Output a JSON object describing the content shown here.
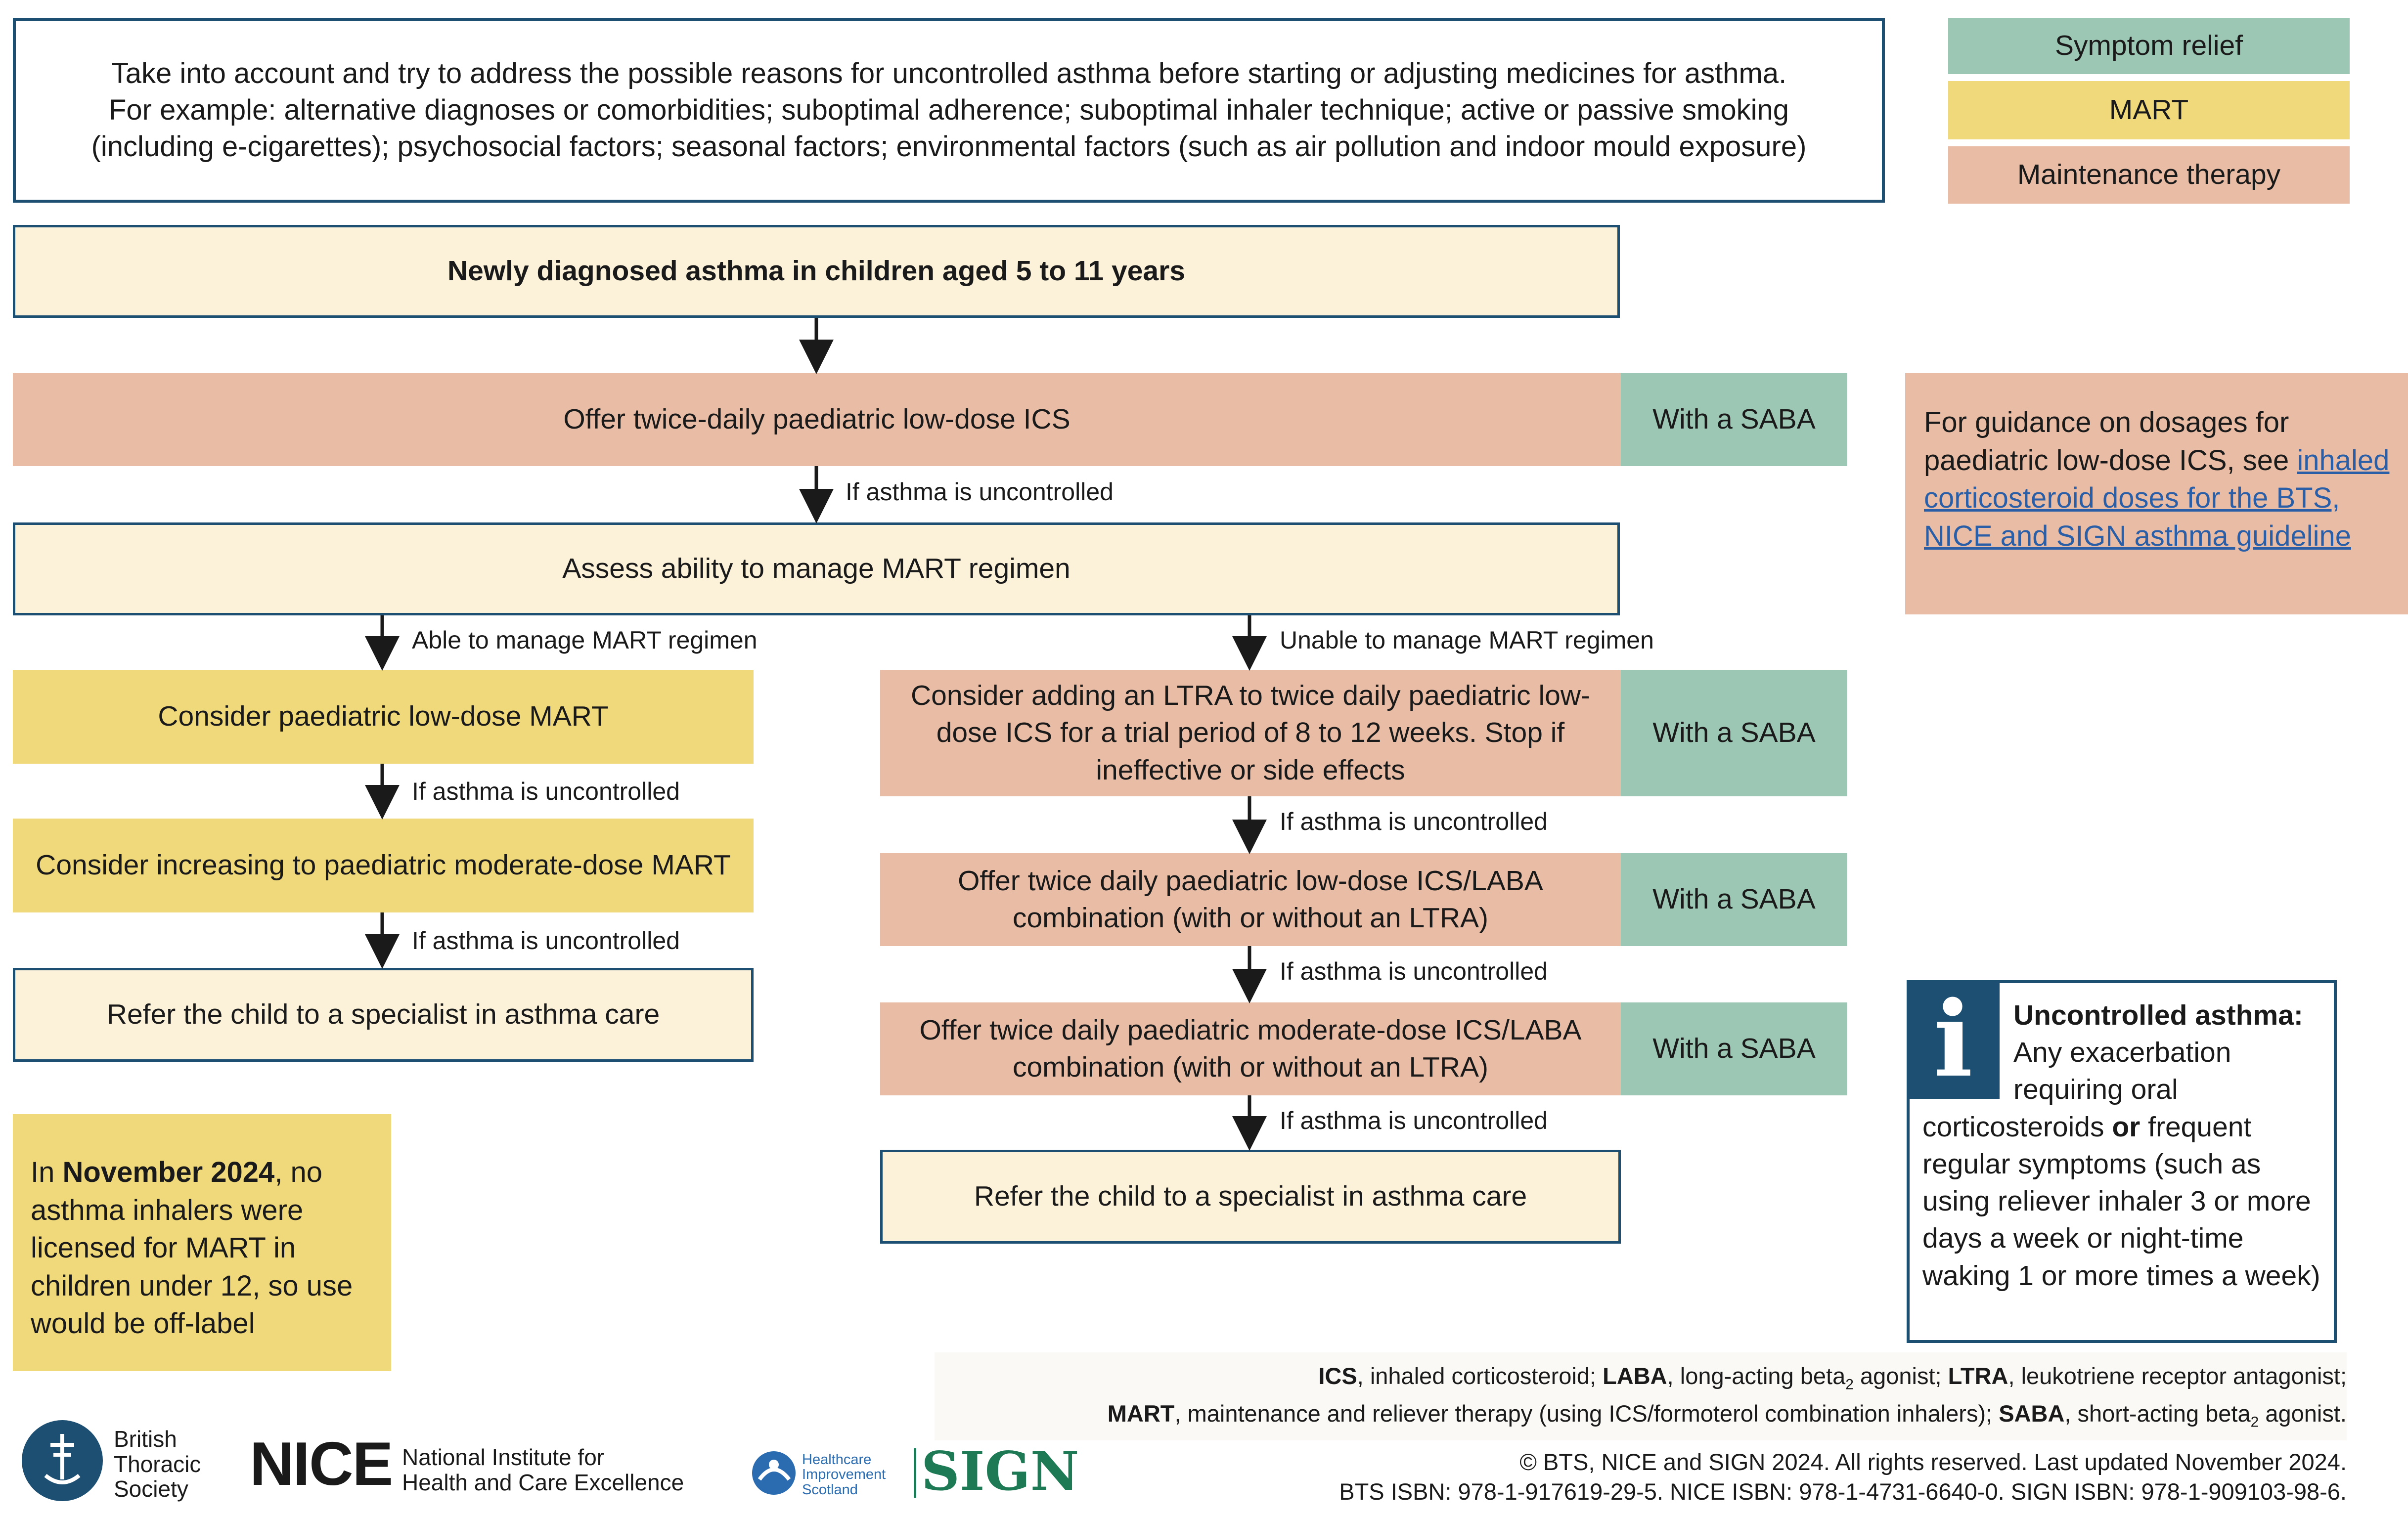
{
  "intro": {
    "line1": "Take into account and try to address the possible reasons for uncontrolled asthma before starting or adjusting medicines for asthma.",
    "line2": "For example: alternative diagnoses or comorbidities; suboptimal adherence; suboptimal inhaler technique; active or passive smoking (including e-cigarettes); psychosocial factors; seasonal factors; environmental factors (such as air pollution and indoor mould exposure)"
  },
  "legend": {
    "symptom_relief": "Symptom relief",
    "mart": "MART",
    "maintenance": "Maintenance therapy"
  },
  "colors": {
    "maintenance": "#e8bca5",
    "mart": "#f0d97a",
    "relief": "#9dc7b5",
    "cream": "#fbf2d9",
    "border": "#1d4f72"
  },
  "flow": {
    "start": "Newly diagnosed asthma in children aged 5 to 11 years",
    "step1": "Offer twice-daily paediatric low-dose ICS",
    "with_saba": "With a SABA",
    "if_uncontrolled": "If asthma is uncontrolled",
    "assess": "Assess ability to manage MART regimen",
    "able": "Able to manage MART regimen",
    "unable": "Unable to manage MART regimen",
    "left": {
      "mart_low": "Consider paediatric low-dose MART",
      "mart_mod": "Consider increasing to paediatric moderate-dose MART",
      "refer": "Refer the child to a specialist in asthma care"
    },
    "right": {
      "ltra": "Consider adding an LTRA to twice daily paediatric low-dose ICS for a trial period of 8 to 12 weeks. Stop if ineffective or side effects",
      "ics_laba_low": "Offer twice daily paediatric low-dose ICS/LABA combination (with or without an LTRA)",
      "ics_laba_mod": "Offer twice daily paediatric moderate-dose ICS/LABA combination (with or without an LTRA)",
      "refer": "Refer the child to a specialist in asthma care"
    }
  },
  "dosage_note": {
    "prefix": "For guidance on dosages for paediatric low-dose ICS, see ",
    "link": "inhaled corticosteroid doses for the BTS, NICE and SIGN asthma guideline"
  },
  "info": {
    "icon": "i",
    "title": "Uncontrolled asthma:",
    "body_a": " Any exacerbation requiring oral corticosteroids ",
    "or": "or",
    "body_b": " frequent regular symptoms (such as using reliever inhaler 3 or more days a week or night-time waking 1 or more times a week)"
  },
  "november_note": {
    "pre": "In ",
    "bold": "November 2024",
    "post": ", no asthma inhalers were licensed for MART in children under 12, so use would be off-label"
  },
  "abbreviations": {
    "ics_k": "ICS",
    "ics_v": ", inhaled corticosteroid;  ",
    "laba_k": "LABA",
    "laba_v1": ", long-acting beta",
    "laba_sub": "2",
    "laba_v2": " agonist; ",
    "ltra_k": "LTRA",
    "ltra_v": ", leukotriene receptor antagonist;",
    "mart_k": "MART",
    "mart_v": ", maintenance and reliever therapy (using ICS/formoterol combination inhalers); ",
    "saba_k": "SABA",
    "saba_v1": ", short-acting beta",
    "saba_sub": "2",
    "saba_v2": " agonist."
  },
  "footer": {
    "copyright": "© BTS, NICE and SIGN 2024. All rights reserved. Last updated November 2024.",
    "isbn": "BTS ISBN: 978-1-917619-29-5. NICE ISBN: 978-1-4731-6640-0. SIGN ISBN: 978-1-909103-98-6."
  },
  "logos": {
    "bts": "British Thoracic Society",
    "bts_l1": "British",
    "bts_l2": "Thoracic",
    "bts_l3": "Society",
    "nice": "NICE",
    "nice_l1": "National Institute for",
    "nice_l2": "Health and Care Excellence",
    "his_l1": "Healthcare",
    "his_l2": "Improvement",
    "his_l3": "Scotland",
    "sign": "SIGN",
    "bts_icon": "bts-crest-icon",
    "his_icon": "healthcare-improvement-scotland-icon"
  }
}
